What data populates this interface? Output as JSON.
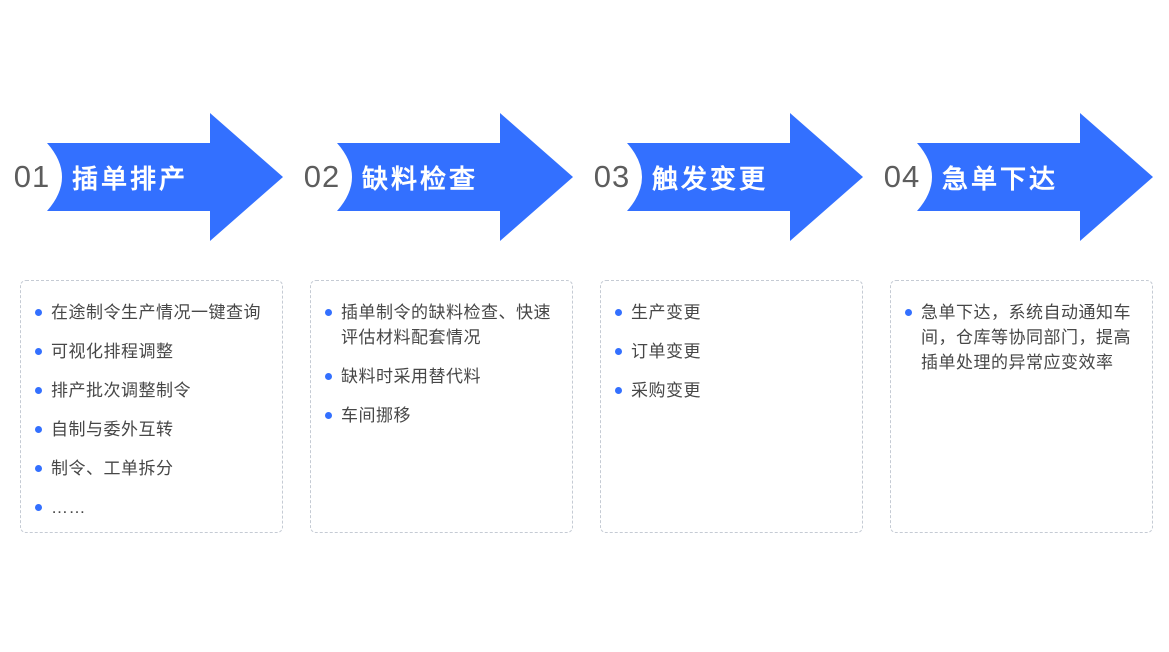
{
  "colors": {
    "arrow_blue": "#3370FF",
    "bullet_blue": "#3370FF",
    "number_gray": "#5d5d5d",
    "body_text": "#474747",
    "box_border": "#c5cbd4",
    "background": "#ffffff",
    "arrow_title_text": "#ffffff"
  },
  "steps": [
    {
      "number": "01",
      "title": "插单排产",
      "bullets": [
        "在途制令生产情况一键查询",
        "可视化排程调整",
        "排产批次调整制令",
        "自制与委外互转",
        "制令、工单拆分",
        "……"
      ]
    },
    {
      "number": "02",
      "title": "缺料检查",
      "bullets": [
        "插单制令的缺料检查、快速评估材料配套情况",
        "缺料时采用替代料",
        "车间挪移"
      ]
    },
    {
      "number": "03",
      "title": "触发变更",
      "bullets": [
        "生产变更",
        "订单变更",
        "采购变更"
      ]
    },
    {
      "number": "04",
      "title": "急单下达",
      "bullets": [
        "急单下达，系统自动通知车间，仓库等协同部门，提高插单处理的异常应变效率"
      ]
    }
  ]
}
